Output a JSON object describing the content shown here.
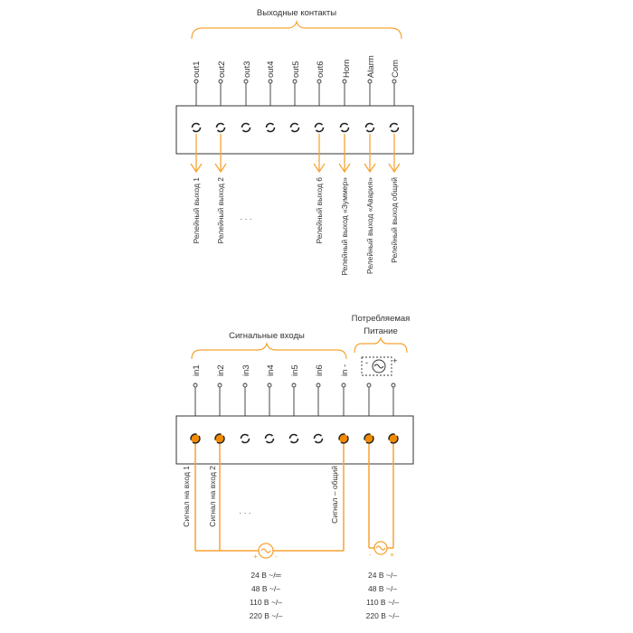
{
  "colors": {
    "accent": "#f7a334",
    "terminal_fill": "#f08a00",
    "line": "#333333",
    "text": "#333333"
  },
  "top_block": {
    "group_title": "Выходные контакты",
    "terminals": [
      "out1",
      "out2",
      "out3",
      "out4",
      "out5",
      "out6",
      "Horn",
      "Alarm",
      "Com"
    ],
    "outputs": [
      {
        "terminal": "out1",
        "label": "Релейный выход 1"
      },
      {
        "terminal": "out2",
        "label": "Релейный выход 2"
      },
      {
        "terminal": "out6",
        "label": "Релейный выход 6"
      },
      {
        "terminal": "Horn",
        "label": "Релейный выход «Зуммер»"
      },
      {
        "terminal": "Alarm",
        "label": "Релейный выход «Авария»"
      },
      {
        "terminal": "Com",
        "label": "Релейный выход общий"
      }
    ],
    "ellipsis": "· · ·"
  },
  "bottom_block": {
    "inputs_title": "Сигнальные входы",
    "power_title_line1": "Потребляемая",
    "power_title_line2": "Питание",
    "terminals": [
      "in1",
      "in2",
      "in3",
      "in4",
      "in5",
      "in6",
      "in -"
    ],
    "power_symbol_plus": "+",
    "power_symbol_minus": "-",
    "signal_labels": [
      {
        "terminal": "in1",
        "label": "Сигнал на вход 1"
      },
      {
        "terminal": "in2",
        "label": "Сигнал на вход 2"
      },
      {
        "terminal": "in -",
        "label": "Сигнал – общий"
      }
    ],
    "ellipsis": "· · ·",
    "source_plus": "+",
    "source_minus": "-",
    "signal_voltages": [
      "24 В ~/═",
      "48 В ~/–",
      "110 В ~/–",
      "220 В ~/–"
    ],
    "power_voltages": [
      "24 В ~/–",
      "48 В ~/–",
      "110 В ~/–",
      "220 В ~/–"
    ]
  }
}
